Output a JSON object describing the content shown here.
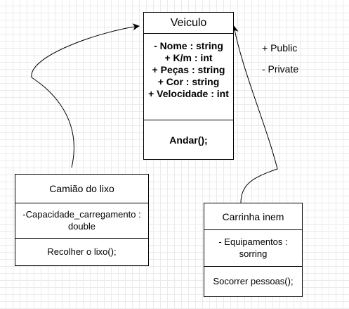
{
  "veiculo": {
    "title": "Veiculo",
    "attributes": [
      "- Nome : string",
      "+ K/m : int",
      "+ Peças : string",
      "+ Cor : string",
      "+ Velocidade : int"
    ],
    "method": "Andar();"
  },
  "camiao": {
    "title": "Camião do lixo",
    "attribute_line1": "-Capacidade_carregamento :",
    "attribute_line2": "double",
    "method": "Recolher o lixo();"
  },
  "carrinha": {
    "title": "Carrinha inem",
    "attribute_line1": "- Equipamentos :",
    "attribute_line2": "sorring",
    "method": "Socorrer pessoas();"
  },
  "legend": {
    "public": "+ Public",
    "private": "- Private"
  }
}
